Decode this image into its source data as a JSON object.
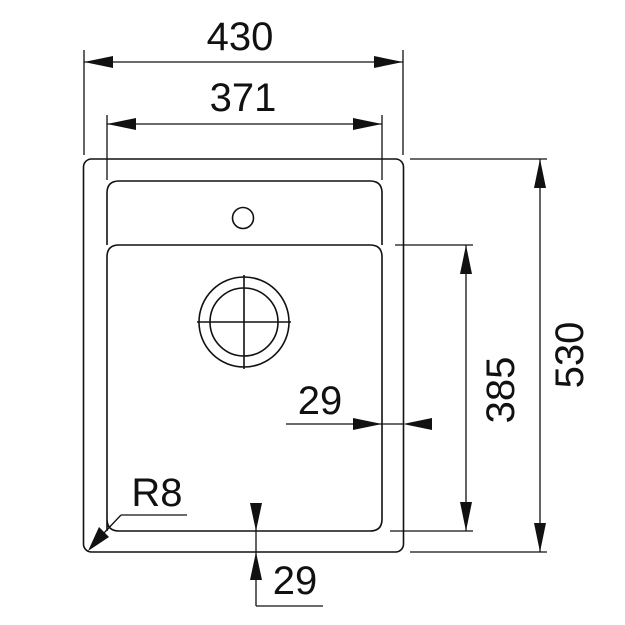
{
  "drawing": {
    "subject": "Single-bowl kitchen sink, top view",
    "units": "mm",
    "colors": {
      "line": "#111111",
      "background": "#ffffff"
    }
  },
  "dimensions": {
    "overall_width": "430",
    "bowl_width": "371",
    "overall_depth": "530",
    "bowl_depth": "385",
    "side_rim": "29",
    "front_rim": "29",
    "corner_radius": "R8"
  },
  "features": {
    "tap_hole": "tap-hole",
    "drain": "drain-waste-outlet"
  }
}
